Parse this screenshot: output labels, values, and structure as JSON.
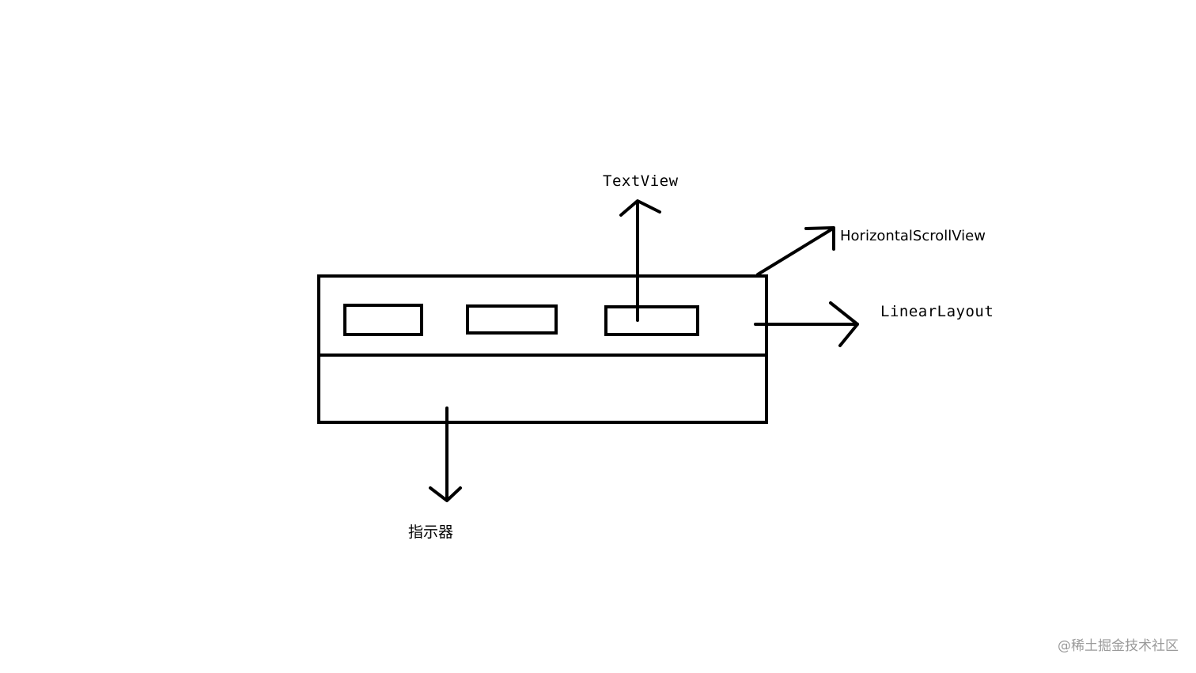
{
  "labels": {
    "textview": "TextView",
    "horizontal_scroll_view": "HorizontalScrollView",
    "linear_layout": "LinearLayout",
    "indicator": "指示器"
  },
  "watermark": "@稀土掘金技术社区",
  "colors": {
    "stroke": "#000000",
    "background": "#ffffff",
    "watermark": "#9a9a9a"
  }
}
